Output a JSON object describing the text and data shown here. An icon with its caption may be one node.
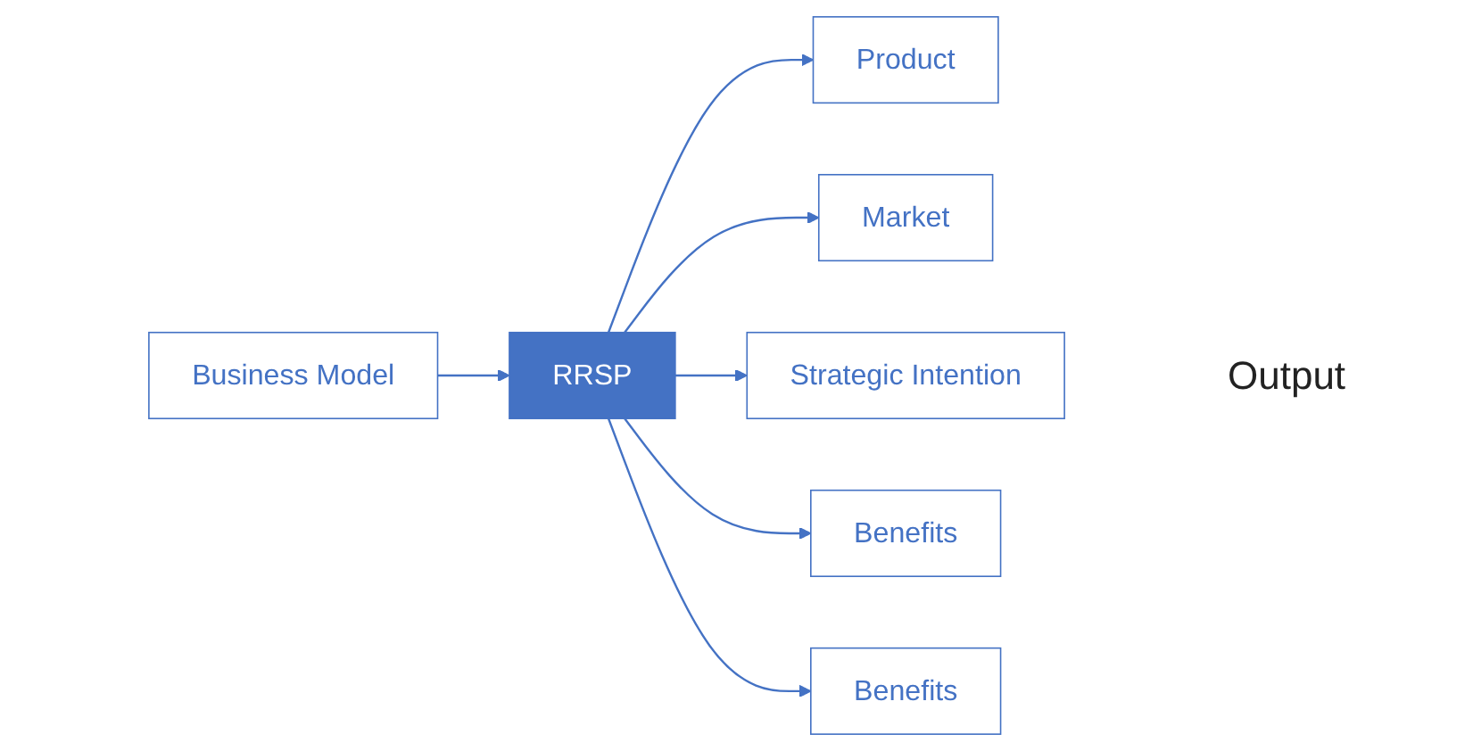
{
  "diagram": {
    "nodes": [
      {
        "text": [
          "Product"
        ]
      },
      {
        "text": [
          "Market"
        ]
      },
      {
        "text": [
          "Strategic Intention"
        ]
      },
      {
        "text": [
          "RRSP"
        ]
      },
      {
        "text": [
          "Business Model"
        ]
      },
      {
        "text": [
          "Benefits"
        ]
      },
      {
        "text": [
          "Benefits"
        ]
      }
    ],
    "edges": [
      {
        "from": 3,
        "to": 0,
        "arrow": "to"
      },
      {
        "from": 3,
        "to": 1,
        "arrow": "to"
      },
      {
        "from": 3,
        "to": 2,
        "arrow": "to"
      },
      {
        "from": 4,
        "to": 3,
        "arrow": "to"
      },
      {
        "from": 3,
        "to": 5,
        "arrow": "to"
      },
      {
        "from": 3,
        "to": 6,
        "arrow": "to"
      }
    ],
    "labels": [
      "Output"
    ]
  }
}
